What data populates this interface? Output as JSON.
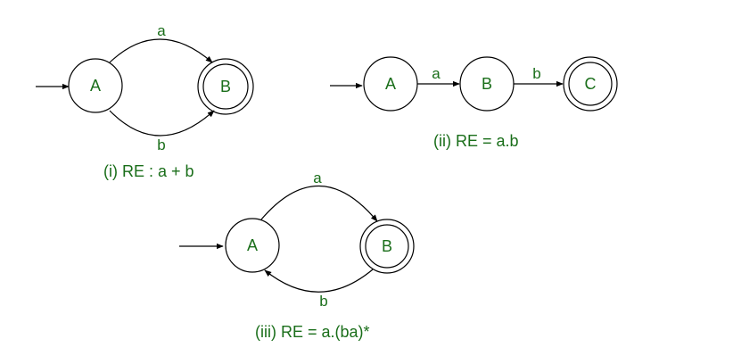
{
  "colors": {
    "text": "#1a6e1a",
    "stroke": "#000000",
    "fill": "#ffffff"
  },
  "diagrams": [
    {
      "id": "i",
      "caption": "(i) RE : a + b",
      "states": [
        {
          "id": "A",
          "label": "A",
          "initial": true,
          "final": false
        },
        {
          "id": "B",
          "label": "B",
          "initial": false,
          "final": true
        }
      ],
      "transitions": [
        {
          "from": "A",
          "to": "B",
          "label": "a"
        },
        {
          "from": "A",
          "to": "B",
          "label": "b"
        }
      ]
    },
    {
      "id": "ii",
      "caption": "(ii) RE = a.b",
      "states": [
        {
          "id": "A",
          "label": "A",
          "initial": true,
          "final": false
        },
        {
          "id": "B",
          "label": "B",
          "initial": false,
          "final": false
        },
        {
          "id": "C",
          "label": "C",
          "initial": false,
          "final": true
        }
      ],
      "transitions": [
        {
          "from": "A",
          "to": "B",
          "label": "a"
        },
        {
          "from": "B",
          "to": "C",
          "label": "b"
        }
      ]
    },
    {
      "id": "iii",
      "caption": "(iii) RE = a.(ba)*",
      "states": [
        {
          "id": "A",
          "label": "A",
          "initial": true,
          "final": false
        },
        {
          "id": "B",
          "label": "B",
          "initial": false,
          "final": true
        }
      ],
      "transitions": [
        {
          "from": "A",
          "to": "B",
          "label": "a"
        },
        {
          "from": "B",
          "to": "A",
          "label": "b"
        }
      ]
    }
  ]
}
